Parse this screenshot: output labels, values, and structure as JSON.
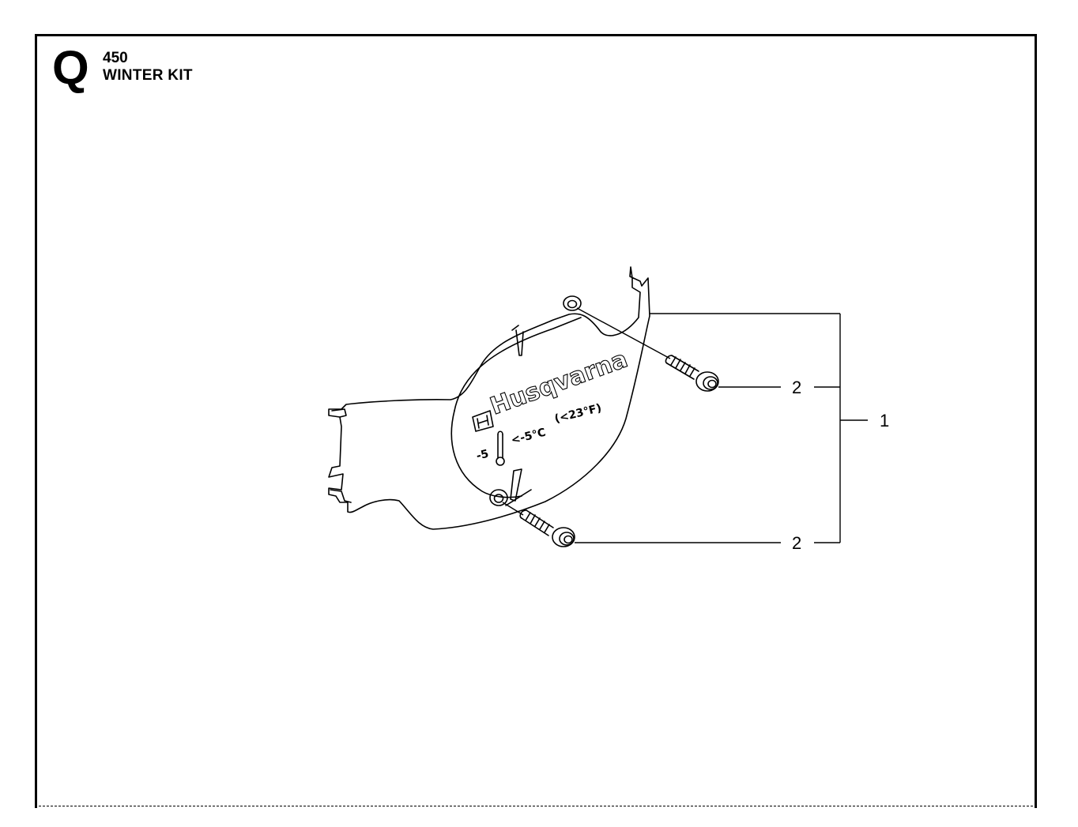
{
  "header": {
    "section_letter": "Q",
    "model": "450",
    "title": "WINTER KIT"
  },
  "parts": [
    {
      "callout": "1"
    },
    {
      "callout": "2",
      "position": "upper"
    },
    {
      "callout": "2",
      "position": "lower"
    }
  ],
  "cover_marking": {
    "brand": "Husqvarna",
    "temp_c": "<-5°C",
    "temp_f": "(<23°F)",
    "temp_value": "-5"
  },
  "colors": {
    "line": "#000000",
    "background": "#ffffff"
  }
}
